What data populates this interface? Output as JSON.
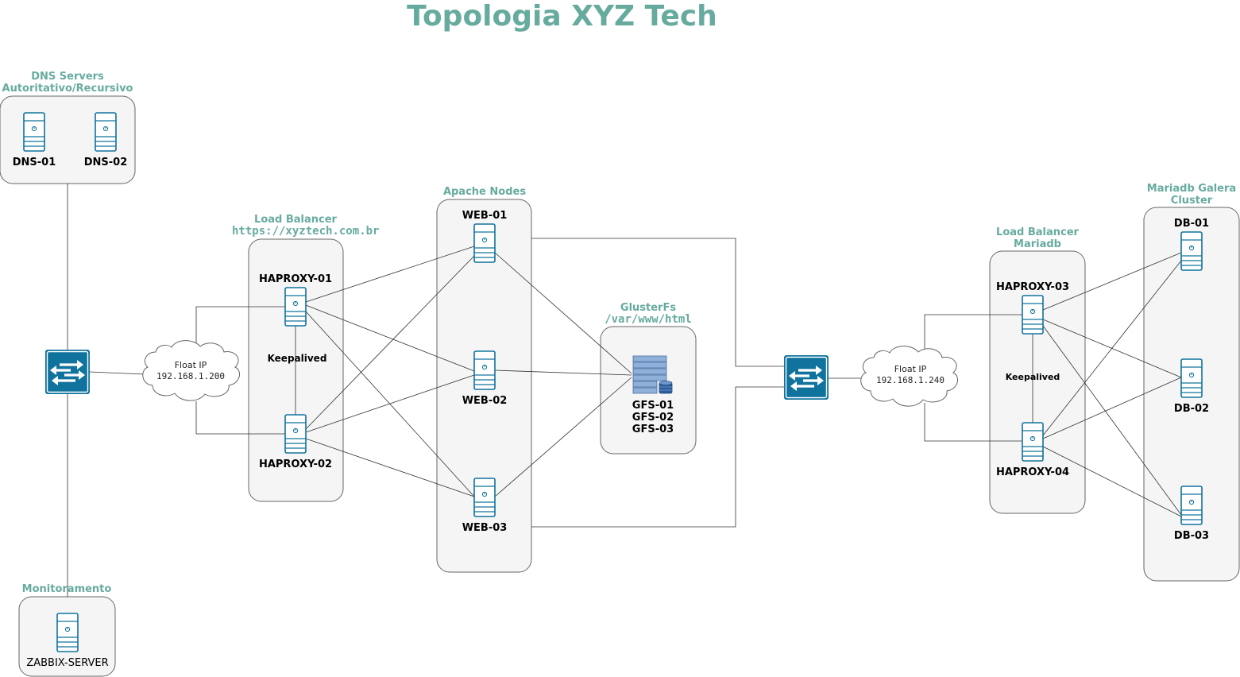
{
  "title": "Topologia XYZ Tech",
  "groups": {
    "dns": {
      "line1": "DNS Servers",
      "line2": "Autoritativo/Recursivo"
    },
    "lb_web": {
      "line1": "Load Balancer",
      "line2": "https://xyztech.com.br"
    },
    "apache": {
      "line1": "Apache Nodes"
    },
    "gluster": {
      "line1": "GlusterFs",
      "line2": "/var/www/html"
    },
    "lb_db": {
      "line1": "Load Balancer",
      "line2": "Mariadb"
    },
    "galera": {
      "line1": "Mariadb Galera",
      "line2": "Cluster"
    },
    "monitor": {
      "line1": "Monitoramento"
    }
  },
  "nodes": {
    "dns01": "DNS-01",
    "dns02": "DNS-02",
    "haproxy01": "HAPROXY-01",
    "haproxy02": "HAPROXY-02",
    "haproxy03": "HAPROXY-03",
    "haproxy04": "HAPROXY-04",
    "web01": "WEB-01",
    "web02": "WEB-02",
    "web03": "WEB-03",
    "gfs01": "GFS-01",
    "gfs02": "GFS-02",
    "gfs03": "GFS-03",
    "db01": "DB-01",
    "db02": "DB-02",
    "db03": "DB-03",
    "zabbix": "ZABBIX-SERVER"
  },
  "keepalived_web": "Keepalived",
  "keepalived_db": "Keepalived",
  "float_web": {
    "label": "Float IP",
    "ip": "192.168.1.200"
  },
  "float_db": {
    "label": "Float IP",
    "ip": "192.168.1.240"
  },
  "colors": {
    "accent": "#67AB9F",
    "device": "#10739E",
    "group_fill": "#f5f5f5",
    "group_stroke": "#666666"
  }
}
